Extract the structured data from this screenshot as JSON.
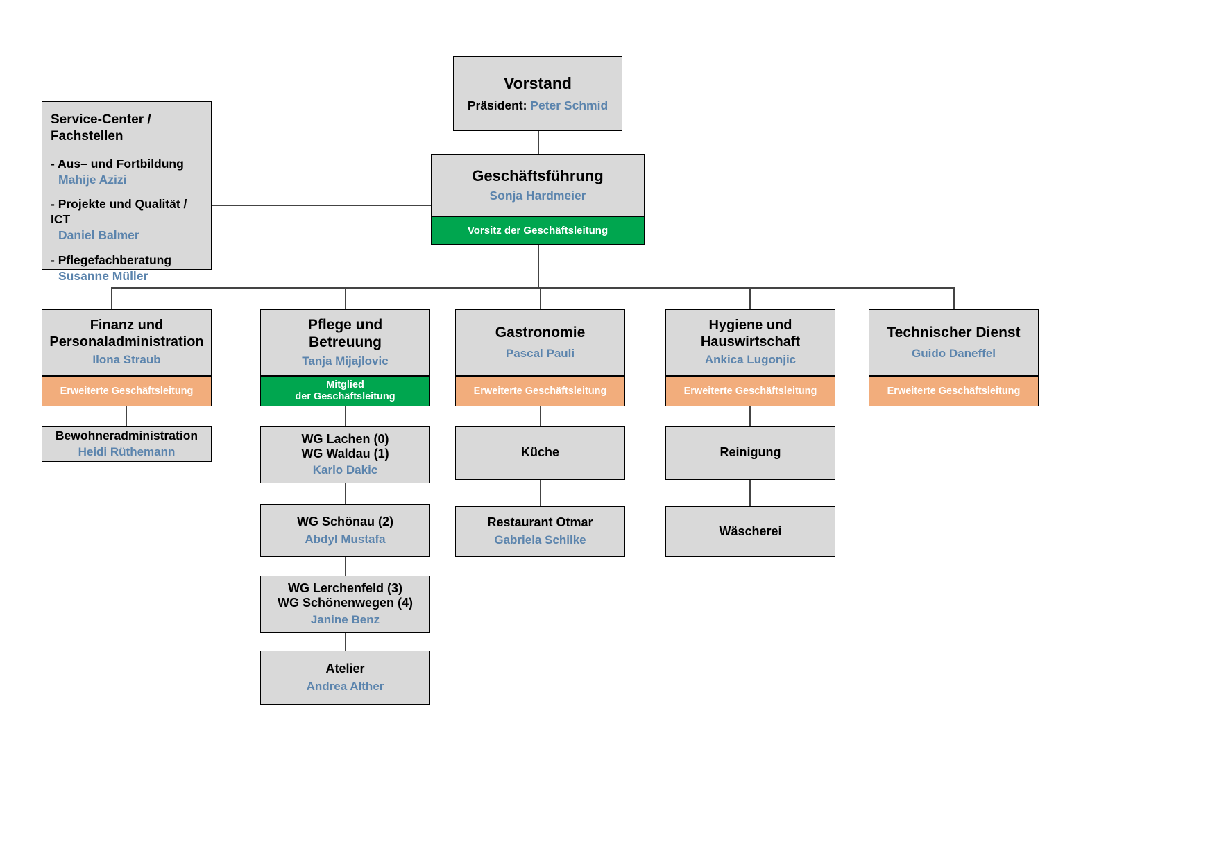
{
  "chart": {
    "type": "org-chart",
    "colors": {
      "box_fill": "#d9d9d9",
      "box_border": "#000000",
      "person_text": "#5b84ad",
      "band_green": "#00a64f",
      "band_orange": "#f2ad7c",
      "band_text": "#ffffff",
      "connector": "#444444",
      "background": "#ffffff"
    }
  },
  "top": {
    "vorstand": {
      "title": "Vorstand",
      "role_label": "Präsident:",
      "person": "Peter Schmid"
    },
    "geschaeftsfuehrung": {
      "title": "Geschäftsführung",
      "person": "Sonja Hardmeier",
      "band": "Vorsitz der Geschäftsleitung"
    }
  },
  "service_center": {
    "heading_line1": "Service-Center /",
    "heading_line2": "Fachstellen",
    "items": [
      {
        "label": "- Aus– und Fortbildung",
        "person": "Mahije Azizi"
      },
      {
        "label": "- Projekte und Qualität / ICT",
        "person": "Daniel Balmer"
      },
      {
        "label": "- Pflegefachberatung",
        "person": "Susanne Müller"
      }
    ]
  },
  "departments": [
    {
      "title_line1": "Finanz und",
      "title_line2": "Personaladministration",
      "person": "Ilona Straub",
      "band": "Erweiterte Geschäftsleitung",
      "band_color": "orange",
      "children": [
        {
          "title_line1": "Bewohneradministration",
          "title_line2": "",
          "person": "Heidi Rüthemann"
        }
      ]
    },
    {
      "title_line1": "Pflege und",
      "title_line2": "Betreuung",
      "person": "Tanja Mijajlovic",
      "band": "Mitglied\nder Geschäftsleitung",
      "band_line1": "Mitglied",
      "band_line2": "der Geschäftsleitung",
      "band_color": "green",
      "children": [
        {
          "title_line1": "WG Lachen (0)",
          "title_line2": "WG Waldau (1)",
          "person": "Karlo Dakic"
        },
        {
          "title_line1": "WG Schönau (2)",
          "title_line2": "",
          "person": "Abdyl Mustafa"
        },
        {
          "title_line1": "WG Lerchenfeld (3)",
          "title_line2": "WG Schönenwegen (4)",
          "person": "Janine Benz"
        },
        {
          "title_line1": "Atelier",
          "title_line2": "",
          "person": "Andrea Alther"
        }
      ]
    },
    {
      "title_line1": "Gastronomie",
      "title_line2": "",
      "person": "Pascal Pauli",
      "band": "Erweiterte Geschäftsleitung",
      "band_color": "orange",
      "children": [
        {
          "title_line1": "Küche",
          "title_line2": "",
          "person": ""
        },
        {
          "title_line1": "Restaurant Otmar",
          "title_line2": "",
          "person": "Gabriela Schilke"
        }
      ]
    },
    {
      "title_line1": "Hygiene und",
      "title_line2": "Hauswirtschaft",
      "person": "Ankica Lugonjic",
      "band": "Erweiterte Geschäftsleitung",
      "band_color": "orange",
      "children": [
        {
          "title_line1": "Reinigung",
          "title_line2": "",
          "person": ""
        },
        {
          "title_line1": "Wäscherei",
          "title_line2": "",
          "person": ""
        }
      ]
    },
    {
      "title_line1": "Technischer Dienst",
      "title_line2": "",
      "person": "Guido Daneffel",
      "band": "Erweiterte Geschäftsleitung",
      "band_color": "orange",
      "children": []
    }
  ]
}
